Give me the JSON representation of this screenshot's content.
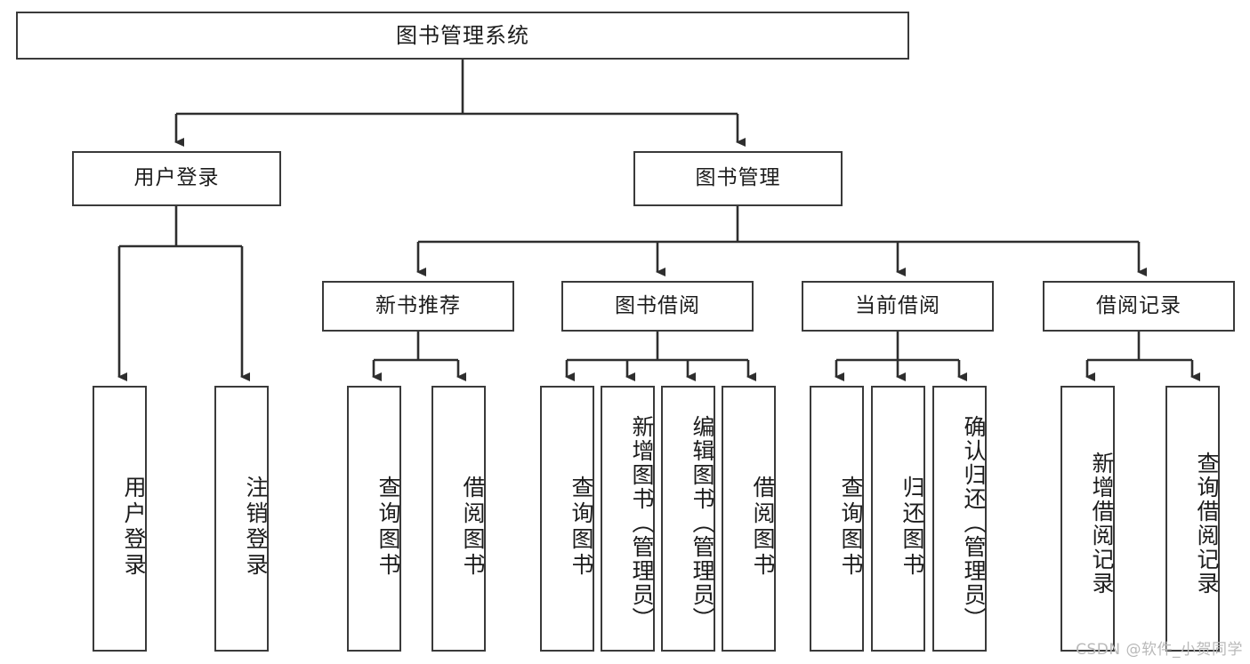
{
  "diagram": {
    "title": "图书管理系统",
    "type": "tree-hierarchy-chart",
    "stroke_color": "#3a3a3a",
    "fill_color": "#ffffff",
    "text_color": "#1c1c1c"
  },
  "root": {
    "label": "图书管理系统"
  },
  "level2": [
    {
      "label": "用户登录"
    },
    {
      "label": "图书管理"
    }
  ],
  "level3": [
    {
      "label": "新书推荐"
    },
    {
      "label": "图书借阅"
    },
    {
      "label": "当前借阅"
    },
    {
      "label": "借阅记录"
    }
  ],
  "leaves": {
    "user_login": [
      {
        "label": "用户登录"
      },
      {
        "label": "注销登录"
      }
    ],
    "new_book_rec": [
      {
        "label": "查询图书"
      },
      {
        "label": "借阅图书"
      }
    ],
    "book_borrow": [
      {
        "label": "查询图书"
      },
      {
        "label": "新增图书（管理员）"
      },
      {
        "label": "编辑图书（管理员）"
      },
      {
        "label": "借阅图书"
      }
    ],
    "current_borrow": [
      {
        "label": "查询图书"
      },
      {
        "label": "归还图书"
      },
      {
        "label": "确认归还（管理员）"
      }
    ],
    "borrow_record": [
      {
        "label": "新增借阅记录"
      },
      {
        "label": "查询借阅记录"
      }
    ]
  },
  "watermark": {
    "text": "CSDN @软件_小贺同学"
  }
}
